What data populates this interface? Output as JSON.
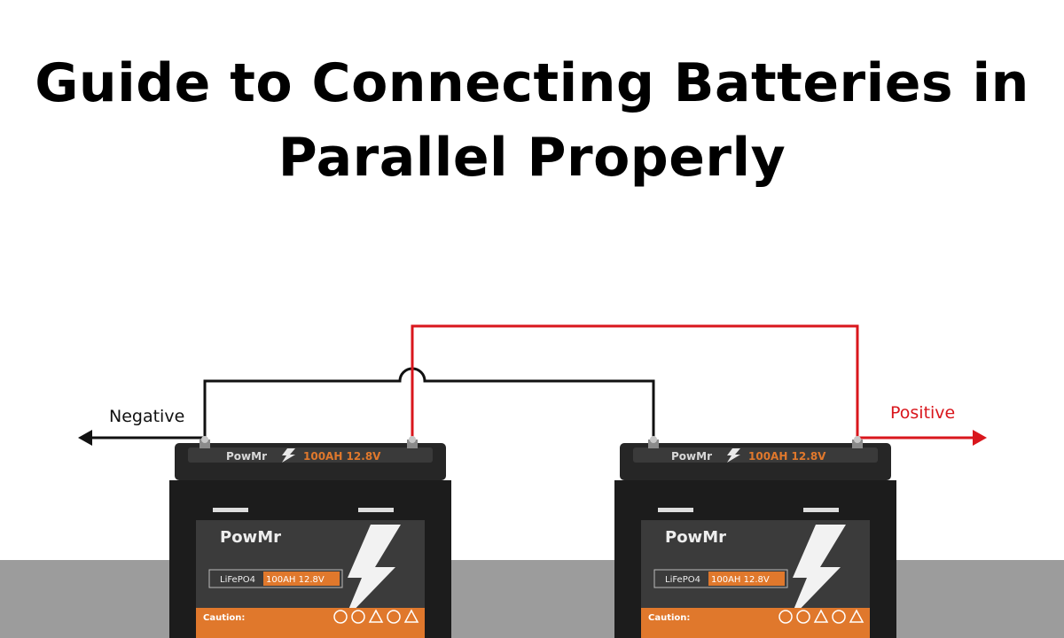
{
  "title": {
    "line1": "Guide to Connecting Batteries in",
    "line2": "Parallel Properly"
  },
  "labels": {
    "negative": "Negative",
    "positive": "Positive"
  },
  "batteries": [
    {
      "brand_top": "PowMr",
      "capacity_top": "100AH 12.8V",
      "brand_front": "PowMr",
      "chemistry": "LiFePO4",
      "rating": "100AH 12.8V",
      "caution": "Caution:"
    },
    {
      "brand_top": "PowMr",
      "capacity_top": "100AH 12.8V",
      "brand_front": "PowMr",
      "chemistry": "LiFePO4",
      "rating": "100AH 12.8V",
      "caution": "Caution:"
    }
  ],
  "colors": {
    "negative_wire": "#111111",
    "positive_wire": "#d9161c",
    "positive_label": "#d9161c",
    "battery_body": "#1c1c1c",
    "caution_band": "#e0782c",
    "floor": "#9c9c9c"
  },
  "icons": [
    "lightning-bolt-icon",
    "recycle-icon",
    "no-disposal-icon",
    "warning-icon"
  ]
}
